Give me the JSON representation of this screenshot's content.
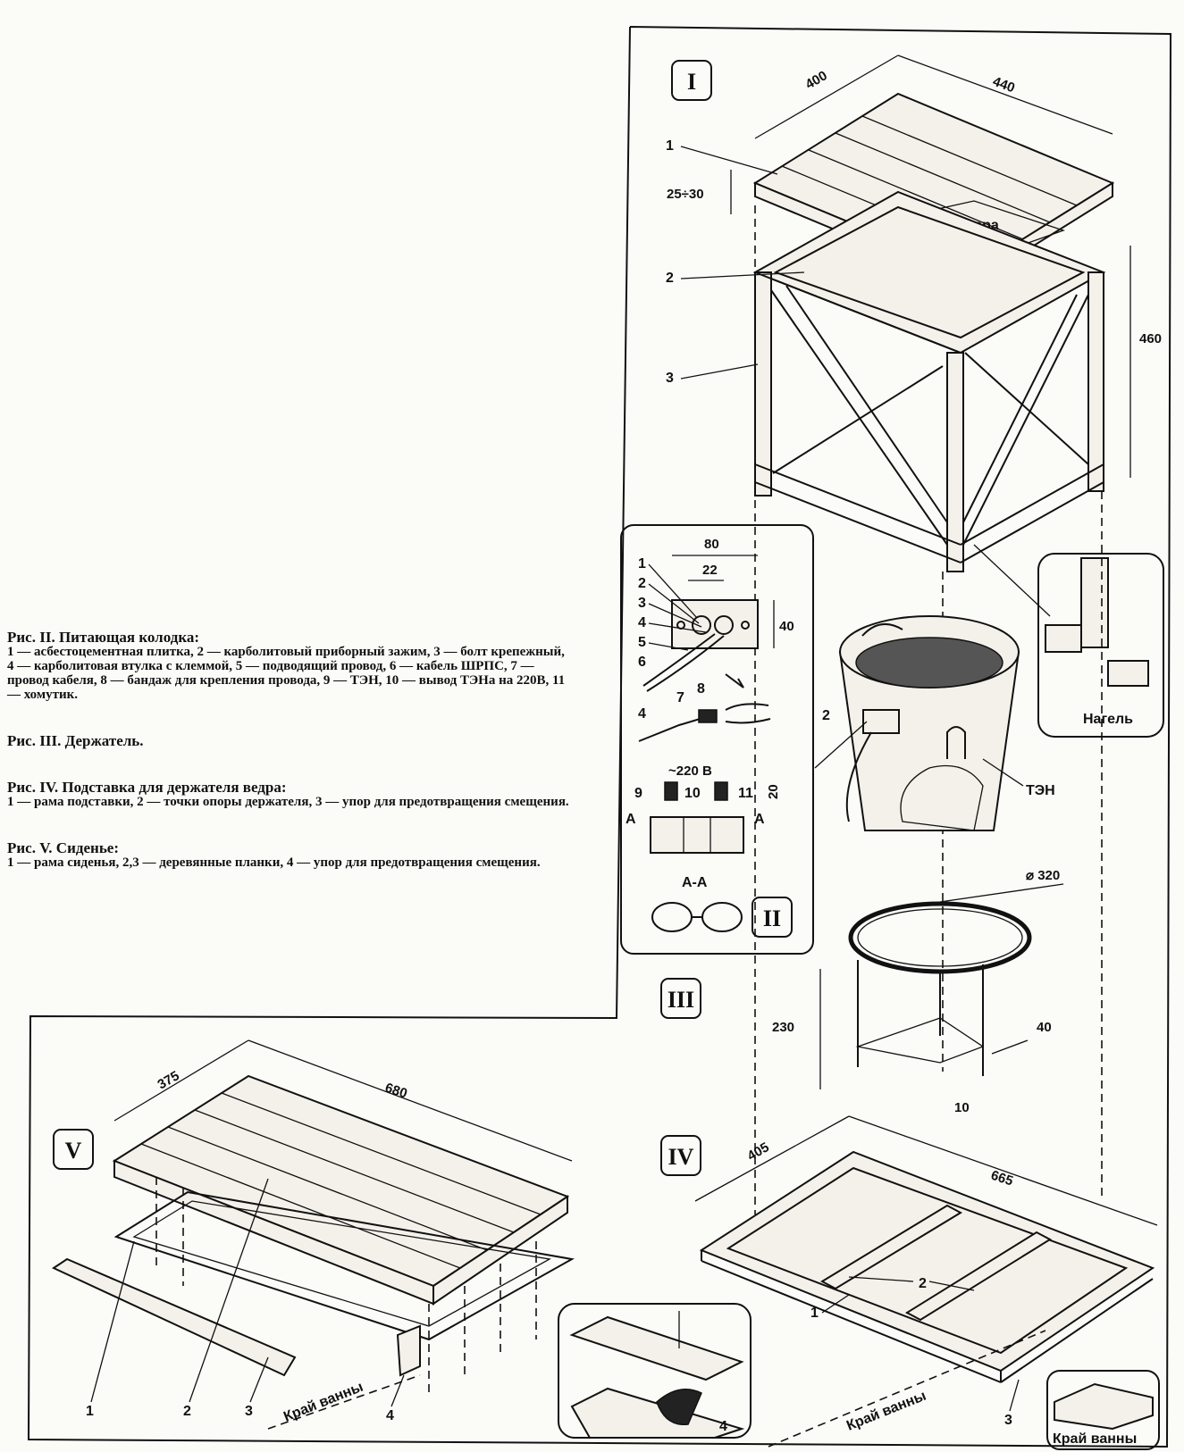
{
  "captions": [
    {
      "title": "Рис. II. Питающая колодка:",
      "text": "1 — асбестоцементная плитка, 2 — карболитовый приборный зажим, 3 — болт крепежный, 4 — карболитовая втулка с клеммой, 5 — подводящий провод, 6 — кабель ШРПС, 7 — провод кабеля, 8 — бандаж для крепления провода, 9 — ТЭН, 10 — вывод ТЭНа на 220В, 11 — хомутик."
    },
    {
      "title": "Рис. III. Держатель.",
      "text": ""
    },
    {
      "title": "Рис. IV. Подставка для держателя ведра:",
      "text": "1 — рама подставки, 2 — точки опоры держателя, 3 — упор для предотвращения смещения."
    },
    {
      "title": "Рис. V. Сиденье:",
      "text": "1 — рама сиденья, 2,3 — деревянные планки, 4 — упор для предотвращения смещения."
    }
  ],
  "fig1": {
    "roman": "I",
    "dims": {
      "depth": "400",
      "width": "440",
      "height": "460",
      "thickness": "25÷30"
    },
    "labels": {
      "plywood": "Фанера",
      "dowel": "Нагель",
      "p1": "1",
      "p2": "2",
      "p3": "3"
    }
  },
  "fig2": {
    "roman": "II",
    "dims": {
      "w": "80",
      "spacing": "22",
      "h": "40",
      "h2": "20",
      "voltage": "~220 В"
    },
    "section": "А-А",
    "section_mark": "A",
    "labels": {
      "p1": "1",
      "p2": "2",
      "p3": "3",
      "p4": "4",
      "p5": "5",
      "p6": "6",
      "p7": "7",
      "p8": "8",
      "p9": "9",
      "p10": "10",
      "p11": "11",
      "b4": "4"
    },
    "bucket": {
      "part": "2",
      "heater": "ТЭН"
    }
  },
  "fig3": {
    "roman": "III",
    "dims": {
      "diameter": "⌀ 320",
      "height": "230",
      "leg": "40",
      "pin": "10"
    }
  },
  "fig4": {
    "roman": "IV",
    "dims": {
      "depth": "405",
      "width": "665"
    },
    "labels": {
      "p1": "1",
      "p2": "2",
      "p3": "3",
      "edge": "Край ванны"
    }
  },
  "fig5": {
    "roman": "V",
    "dims": {
      "depth": "375",
      "width": "680"
    },
    "labels": {
      "p1": "1",
      "p2": "2",
      "p3": "3",
      "p4": "4",
      "edge": "Край ванны",
      "d4": "4"
    }
  }
}
